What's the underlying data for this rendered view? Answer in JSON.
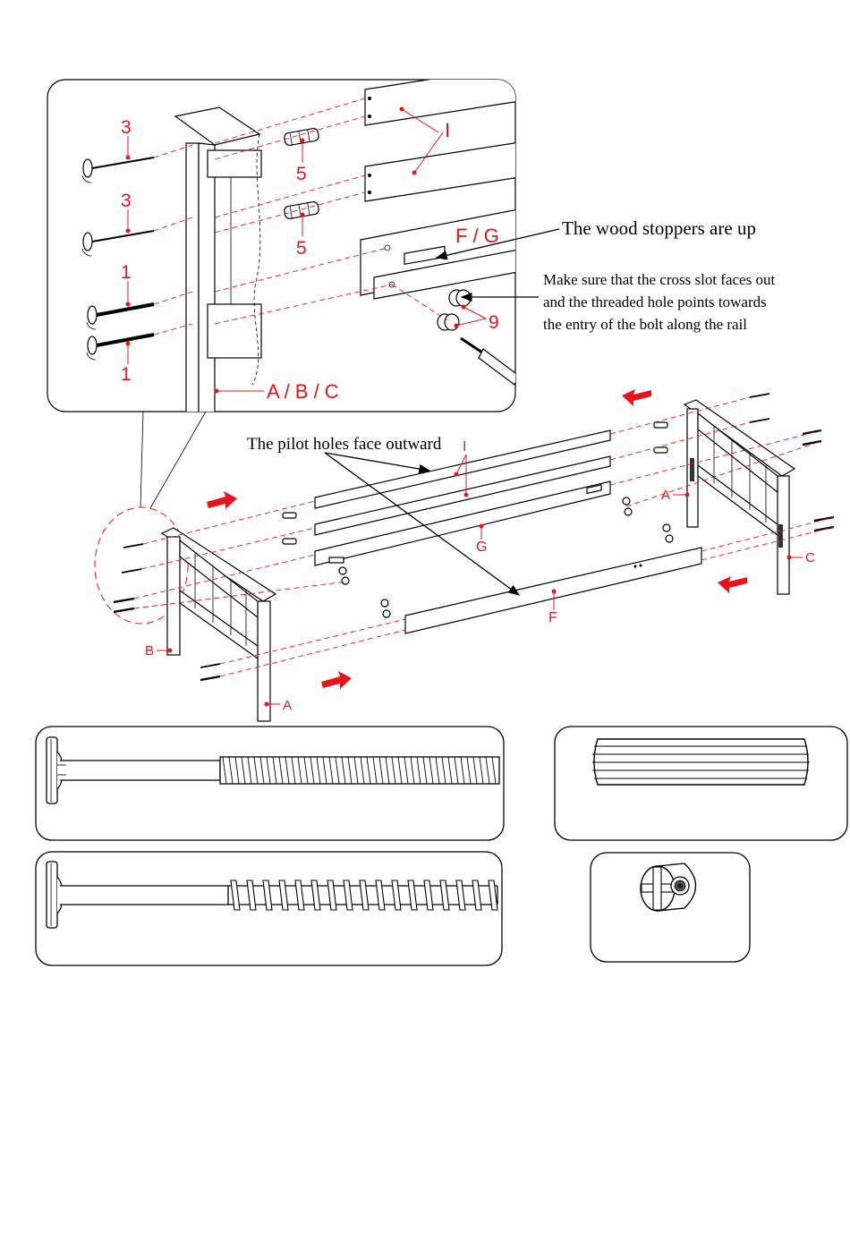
{
  "colors": {
    "accent_red": "#e8141b",
    "line": "#000000",
    "background": "#ffffff"
  },
  "detail": {
    "labels": {
      "screw_top": "3",
      "screw_second": "3",
      "bolt_third": "1",
      "bolt_bottom": "1",
      "dowel_top": "5",
      "dowel_second": "5",
      "rail_slats": "I",
      "side_rail": "F / G",
      "barrel_nuts": "9",
      "post": "A / B / C"
    },
    "notes": {
      "wood_stoppers": "The wood stoppers are up",
      "cross_slot_line1": "Make sure that the cross slot faces out",
      "cross_slot_line2": "and the threaded hole points towards",
      "cross_slot_line3": "the entry of the bolt along the rail"
    }
  },
  "main": {
    "note_pilot_holes": "The pilot holes face outward",
    "labels": {
      "slats": "I",
      "rail_g": "G",
      "rail_f": "F",
      "footboard_leg_a": "A",
      "footboard_leg_b": "B",
      "headboard_leg_a": "A",
      "headboard_leg_c": "C"
    }
  },
  "parts_callouts": [
    {
      "id": "bolt",
      "icon": "hex-drive-bolt-icon"
    },
    {
      "id": "dowel",
      "icon": "fluted-dowel-icon"
    },
    {
      "id": "screw",
      "icon": "wood-screw-icon"
    },
    {
      "id": "barrel-nut",
      "icon": "barrel-nut-icon"
    }
  ]
}
